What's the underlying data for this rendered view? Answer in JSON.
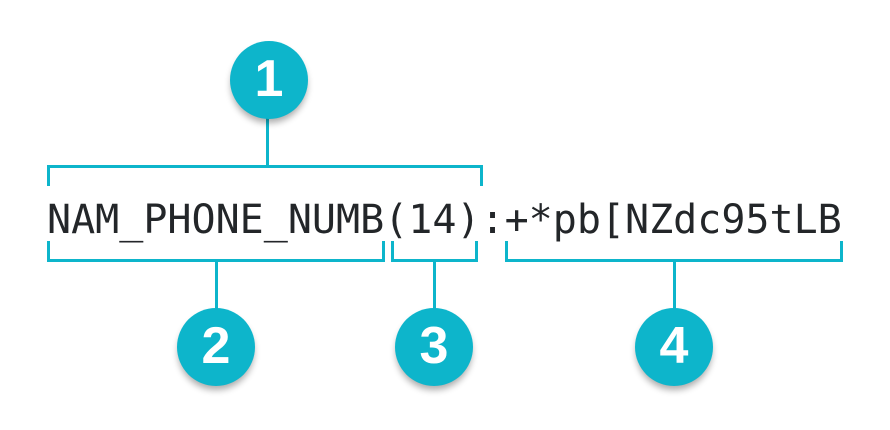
{
  "diagram": {
    "description": "annotated-token-format",
    "full_string": "NAM_PHONE_NUMB(14):+*pb[NZdc95tLB",
    "token_parts": {
      "infotype_name": "NAM_PHONE_NUMB",
      "length": "(14)",
      "separator": ":",
      "tokenized_value": "+*pb[NZdc95tLB"
    },
    "callouts": [
      {
        "label": "1",
        "position": "top",
        "covers": "NAM_PHONE_NUMB(14)"
      },
      {
        "label": "2",
        "position": "bottom",
        "covers": "NAM_PHONE_NUMB"
      },
      {
        "label": "3",
        "position": "bottom",
        "covers": "(14)"
      },
      {
        "label": "4",
        "position": "bottom",
        "covers": "+*pb[NZdc95tLB"
      }
    ],
    "colors": {
      "accent": "#0db5cb",
      "code_text": "#232629",
      "background": "#ffffff",
      "badge_number": "#ffffff"
    }
  }
}
